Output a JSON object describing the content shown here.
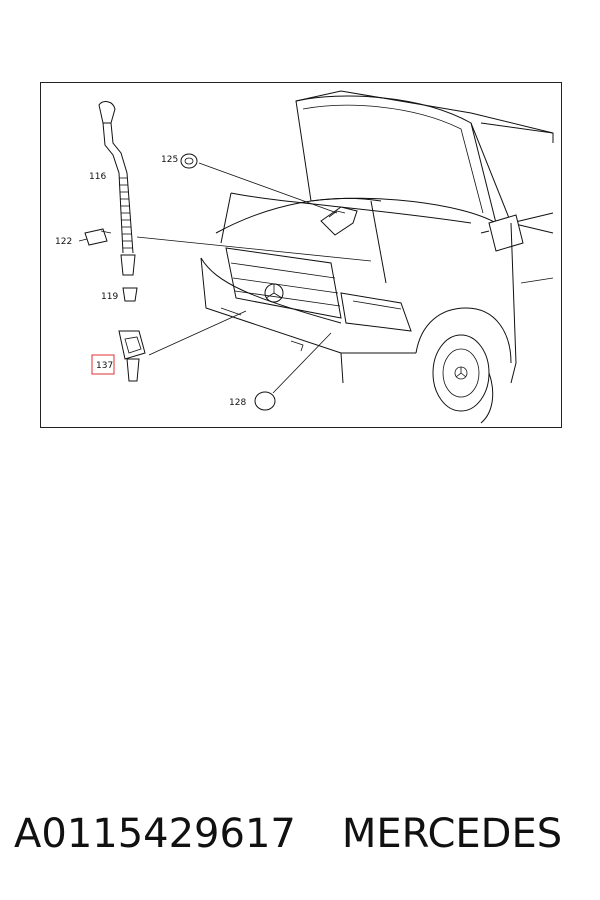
{
  "diagram": {
    "callouts": {
      "c116": "116",
      "c125": "125",
      "c122": "122",
      "c119": "119",
      "c137": "137",
      "c128": "128"
    },
    "highlight_color": "#e03030"
  },
  "caption": {
    "part_number": "A0115429617",
    "brand": "MERCEDES"
  }
}
